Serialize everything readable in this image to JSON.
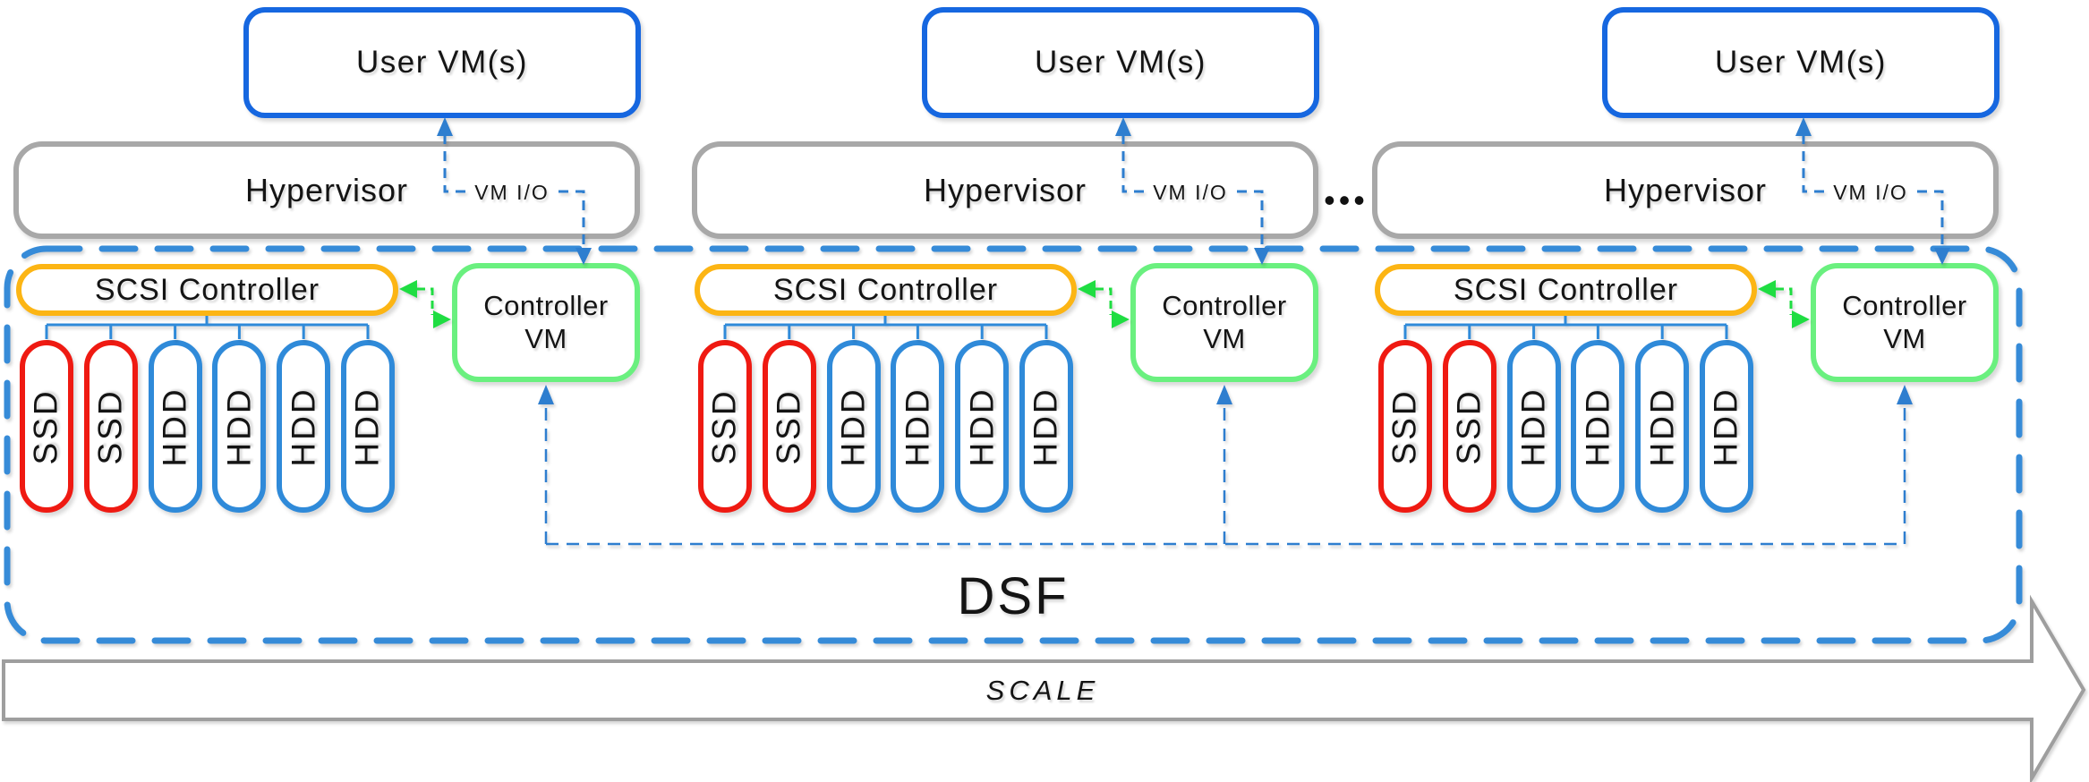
{
  "diagram": {
    "dsf_label": "DSF",
    "scale_label": "SCALE",
    "ellipsis": "•••",
    "nodes": [
      {
        "user_vm_label": "User VM(s)",
        "hypervisor_label": "Hypervisor",
        "vm_io_label": "VM I/O",
        "scsi_controller_label": "SCSI Controller",
        "controller_vm_label": "Controller VM",
        "disks": [
          {
            "label": "SSD",
            "kind": "ssd"
          },
          {
            "label": "SSD",
            "kind": "ssd"
          },
          {
            "label": "HDD",
            "kind": "hdd"
          },
          {
            "label": "HDD",
            "kind": "hdd"
          },
          {
            "label": "HDD",
            "kind": "hdd"
          },
          {
            "label": "HDD",
            "kind": "hdd"
          }
        ]
      },
      {
        "user_vm_label": "User VM(s)",
        "hypervisor_label": "Hypervisor",
        "vm_io_label": "VM I/O",
        "scsi_controller_label": "SCSI Controller",
        "controller_vm_label": "Controller VM",
        "disks": [
          {
            "label": "SSD",
            "kind": "ssd"
          },
          {
            "label": "SSD",
            "kind": "ssd"
          },
          {
            "label": "HDD",
            "kind": "hdd"
          },
          {
            "label": "HDD",
            "kind": "hdd"
          },
          {
            "label": "HDD",
            "kind": "hdd"
          },
          {
            "label": "HDD",
            "kind": "hdd"
          }
        ]
      },
      {
        "user_vm_label": "User VM(s)",
        "hypervisor_label": "Hypervisor",
        "vm_io_label": "VM I/O",
        "scsi_controller_label": "SCSI Controller",
        "controller_vm_label": "Controller VM",
        "disks": [
          {
            "label": "SSD",
            "kind": "ssd"
          },
          {
            "label": "SSD",
            "kind": "ssd"
          },
          {
            "label": "HDD",
            "kind": "hdd"
          },
          {
            "label": "HDD",
            "kind": "hdd"
          },
          {
            "label": "HDD",
            "kind": "hdd"
          },
          {
            "label": "HDD",
            "kind": "hdd"
          }
        ]
      }
    ],
    "colors": {
      "user_vm_border": "#1667e0",
      "hypervisor_border": "#a8a8a8",
      "scsi_controller_border": "#fcb514",
      "controller_vm_border": "#6af07f",
      "ssd_border": "#ef1a12",
      "hdd_border": "#2f8ad9",
      "dsf_dash_blue": "#368bd8",
      "io_arrow_blue": "#2e7ecf",
      "replication_arrow_green": "#1fdd42",
      "scale_arrow_gray": "#9e9e9e",
      "text": "#141414"
    }
  }
}
